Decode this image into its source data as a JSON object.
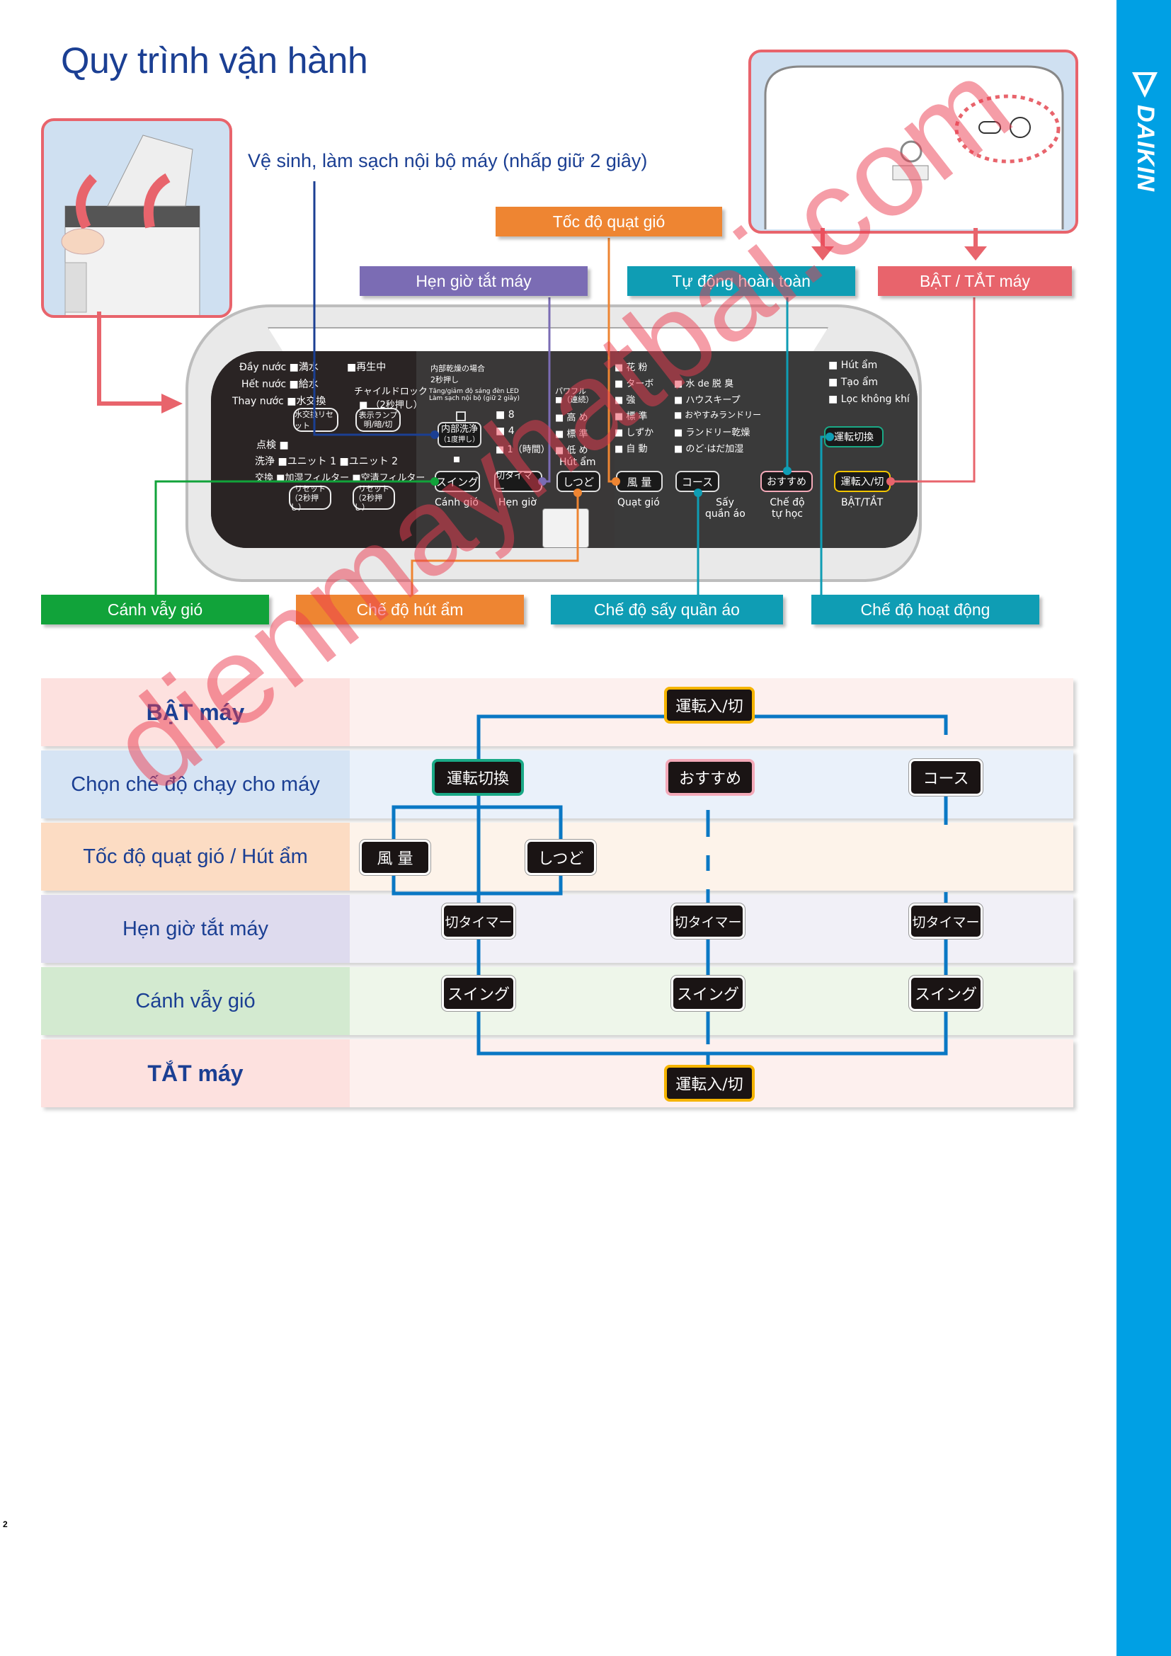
{
  "page": {
    "title": "Quy trình vận hành",
    "brand": "DAIKIN",
    "page_number": "2",
    "watermark": "dienmayhatbai.com"
  },
  "callouts": {
    "cleaning": "Vệ sinh, làm sạch nội bộ máy (nhấp giữ 2 giây)",
    "fan_speed": "Tốc độ quạt gió",
    "off_timer": "Hẹn giờ tắt máy",
    "full_auto": "Tự động hoàn toàn",
    "power": "BẬT / TẮT máy",
    "swing": "Cánh vẫy gió",
    "dehumid_mode": "Chế độ hút ẩm",
    "laundry_mode": "Chế độ sấy quần áo",
    "operation_mode": "Chế độ hoạt động"
  },
  "colors": {
    "title": "#1b3f93",
    "band": "#00a0e4",
    "red_callout": "#e8646c",
    "orange": "#ee8532",
    "purple": "#7b6cb4",
    "teal": "#0f9db4",
    "green": "#11a33a",
    "flow_line": "#0a78c4"
  },
  "panel": {
    "left": {
      "indicators": [
        {
          "vn": "Đầy nước",
          "jp": "満水"
        },
        {
          "vn": "Hết nước",
          "jp": "給水"
        },
        {
          "vn": "Thay nước",
          "jp": "水交換"
        }
      ],
      "regen": "再生中",
      "child_lock": "チャイルドロック",
      "child_lock_sub": "（2秒押し）",
      "water_btn": "水交換リセット",
      "lamp_btn": "表示ランプ",
      "lamp_sub": "明/暗/切",
      "check": "点検",
      "wash": "洗浄",
      "unit1": "ユニット 1",
      "unit2": "ユニット 2",
      "exchange": "交換",
      "filter1": "加湿フィルター",
      "filter2": "空清フィルター",
      "reset1": "リセット",
      "reset2": "リセット",
      "reset_sub": "（2秒押し）"
    },
    "middle": {
      "dry_note": "内部乾燥の場合",
      "dry_note2": "2秒押し",
      "led_note": "Tăng/giảm độ sáng đèn LED",
      "clean_note": "Làm sạch nội bộ (giữ 2 giây)",
      "clean_btn": "内部洗浄",
      "clean_btn_sub": "（1度押し）",
      "timers": [
        "8",
        "4",
        "1（時間）"
      ],
      "power_label": "パワフル",
      "power_sub": "（連続）",
      "humid_levels": [
        "高 め",
        "標 準",
        "低 め"
      ],
      "humid_title": "Hút ẩm",
      "swing_btn": "スイング",
      "timer_btn": "切タイマー",
      "dehumid_btn": "しつど",
      "swing_label": "Cánh gió",
      "timer_label": "Hẹn giờ"
    },
    "right": {
      "fan_levels": [
        "花 粉",
        "ターボ",
        "強",
        "標 準",
        "しずか",
        "自 動"
      ],
      "courses": [
        "水 de 脱 臭",
        "ハウスキープ",
        "おやすみランドリー",
        "ランドリー乾燥",
        "のど·はだ加湿"
      ],
      "fan_btn": "風 量",
      "course_btn": "コース",
      "recommend_btn": "おすすめ",
      "mode_btn": "運転切換",
      "power_btn": "運転入/切",
      "fan_label": "Quạt gió",
      "laundry_label_1": "Sấy",
      "laundry_label_2": "quần áo",
      "learn_label_1": "Chế độ",
      "learn_label_2": "tự học",
      "power_label": "BẬT/TẮT",
      "modes": [
        "Hút ẩm",
        "Tạo ẩm",
        "Lọc không khí"
      ]
    }
  },
  "flow": {
    "rows": [
      {
        "label": "BẬT máy",
        "bg": "#fde8e7",
        "bold": true
      },
      {
        "label": "Chọn chế độ chạy cho máy",
        "bg": "#dde8f6",
        "bold": false
      },
      {
        "label": "Tốc độ quạt gió / Hút ẩm",
        "bg": "#fde1c9",
        "bold": false
      },
      {
        "label": "Hẹn giờ tắt máy",
        "bg": "#e3e1f0",
        "bold": false
      },
      {
        "label": "Cánh vẫy gió",
        "bg": "#d6ecd1",
        "bold": false
      },
      {
        "label": "TẮT máy",
        "bg": "#fde8e7",
        "bold": true
      }
    ],
    "power_on": "運転入/切",
    "mode_switch": "運転切換",
    "recommend": "おすすめ",
    "course": "コース",
    "fan": "風 量",
    "dehumid": "しつど",
    "timer": "切タイマー",
    "swing": "スイング",
    "power_off": "運転入/切"
  }
}
